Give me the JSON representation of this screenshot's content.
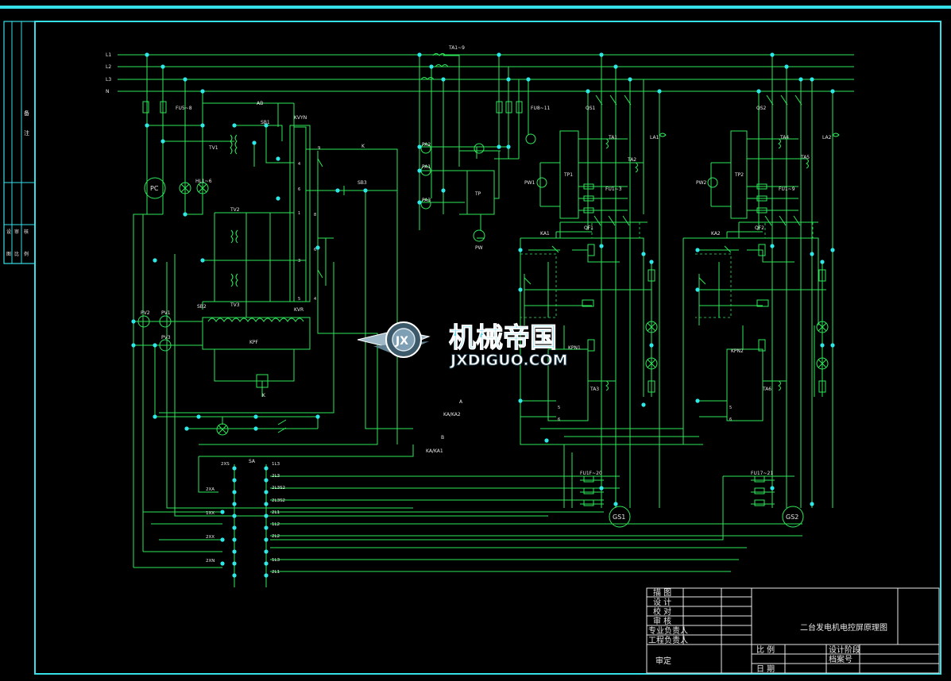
{
  "colors": {
    "background": "#000000",
    "frame": "#35e0e8",
    "wire": "#2ee85a",
    "node": "#2ee8e8",
    "text": "#e8e8e8",
    "watermark_blue": "#3fd0f0",
    "watermark_white": "#ffffff"
  },
  "bus_labels": [
    "L1",
    "L2",
    "L3",
    "N"
  ],
  "devices": {
    "pc": "PC",
    "tv1": "TV1",
    "tv2": "TV2",
    "tv3": "TV3",
    "kpf": "KPF",
    "kvr": "KVR",
    "kvyn": "KVYN",
    "k": "K",
    "k_top": "K",
    "sb1": "SB1",
    "sb2": "SB2",
    "sb3": "SB3",
    "pv1": "PV1",
    "pv2": "PV2",
    "pv3": "PV3",
    "pa1": "PA1",
    "pa2": "PA2",
    "pa3": "PA3",
    "tp": "TP",
    "pw": "PW",
    "ta": "TA1~9",
    "tp1": "TP1",
    "tp2": "TP2",
    "pw1": "PW1",
    "pw2": "PW2",
    "qs1": "QS1",
    "qs2": "QS2",
    "qf1": "QF1",
    "qf2": "QF2",
    "gs1": "GS1",
    "gs2": "GS2",
    "ka1": "KA1",
    "ka2": "KA2",
    "kpn1": "KPN1",
    "kpn2": "KPN2",
    "sa": "SA",
    "hl": "HL1~6",
    "fu_top": "FU8~11",
    "fu_mid": "FU5~8",
    "fu1": "FU1~3",
    "fu2": "FU1~9",
    "fu_low1": "FU1F~20",
    "fu_low2": "FU17~21",
    "a": "A",
    "b": "B",
    "ab": "AB",
    "kaka2": "KA/KA2",
    "kaka1": "KA/KA1",
    "ta1": "TA1",
    "ta2": "TA2",
    "ta3": "TA3",
    "ta4": "TA4",
    "ta5": "TA5",
    "ta6": "TA6",
    "la1": "LA1",
    "la2": "LA2"
  },
  "sa_left_labels": [
    "2XS",
    "2XA",
    "1XX",
    "2XX",
    "2XN"
  ],
  "sa_right_labels": [
    "1L3",
    "2L3",
    "2L3S2",
    "2L3S2",
    "2L1",
    "1L2",
    "2L2",
    "1L3",
    "2L1"
  ],
  "watermark": {
    "cn": "机械帝国",
    "en": "JXDIGUO.COM",
    "logo": "JX"
  },
  "title_block": {
    "rows": [
      "描 图",
      "设 计",
      "校 对",
      "审 核",
      "专业负责人",
      "工程负责人"
    ],
    "bottom_left": "审定",
    "scale_label": "比 例",
    "date_label": "日 期",
    "stage_label": "设计阶段",
    "archive_label": "档案号",
    "drawing_title": "二台发电机电控屏原理图"
  },
  "side_strip": [
    "备",
    "注",
    "设",
    "审",
    "核",
    "图",
    "比",
    "例"
  ]
}
